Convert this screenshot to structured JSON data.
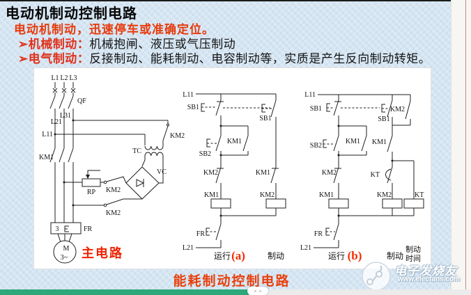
{
  "header": {
    "title": "电动机制动控制电路",
    "intro": "电动机制动，迅速停车或准确定位。",
    "bullets": [
      {
        "marker": "➢",
        "term": "机械制动：",
        "desc": "机械抱闸、液压或气压制动"
      },
      {
        "marker": "➢",
        "term": "电气制动：",
        "desc": "反接制动、能耗制动、电容制动等，实质是产生反向制动转矩。"
      }
    ]
  },
  "caption": "能耗制动控制电路",
  "watermark": {
    "brand": "电子发烧友",
    "url": "www.elecfans.com",
    "icon": "elecfans-logo-icon"
  },
  "colors": {
    "accent_red": "#e73a0b",
    "caption_red": "#e8400c",
    "slide_bg": "#d5e5f2",
    "diagram_bg": "#ffffff",
    "progress_green": "#2da87a",
    "text_black": "#111111"
  },
  "diagrams": {
    "main": {
      "phase_labels": [
        "L1",
        "L2",
        "L3"
      ],
      "breaker": "QF",
      "wire_labels": [
        "L11",
        "L21",
        "L31"
      ],
      "contactor": "KM1",
      "km2_top": "KM2",
      "transformer": "TC",
      "rectifier": "VC",
      "rheostat": "RP",
      "km2_mid": "KM2",
      "km2_bot": "KM2",
      "relay_num": "3",
      "relay": "FR",
      "motor_letter": "M",
      "motor_phase": "3~",
      "caption": "主电路"
    },
    "a": {
      "l11": "L11",
      "l21": "L21",
      "sb1_stop": "SB1",
      "sb1_brake": "SB1",
      "sb2": "SB2",
      "km1_hold": "KM1",
      "km2_interlock": "KM2",
      "km1_interlock": "KM1",
      "km1_coil": "KM1",
      "km2_coil": "KM2",
      "fr": "FR",
      "run_label": "运行",
      "tag": "(a)",
      "brake_label": "制动"
    },
    "b": {
      "l11": "L11",
      "l21": "L21",
      "sb1_stop": "SB1",
      "sb1_brake": "SB1",
      "km2_hold": "KM2",
      "sb2": "SB2",
      "km1_hold": "KM1",
      "km1_contact": "KM1",
      "km2_interlock": "KM2",
      "kt_contact": "KT",
      "km1_coil": "KM1",
      "km2_coil": "KM2",
      "kt_coil": "KT",
      "fr": "FR",
      "run_label": "运行",
      "tag": "(b)",
      "brake_label": "制动",
      "brake_time_line1": "制动",
      "brake_time_line2": "时间"
    }
  }
}
